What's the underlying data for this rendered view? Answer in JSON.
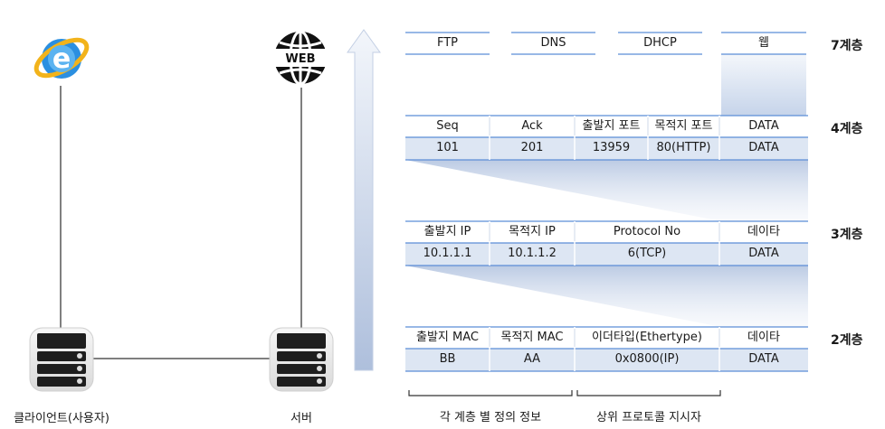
{
  "nodes": {
    "client_label": "클라이언트(사용자)",
    "server_label": "서버",
    "web_icon_text": "WEB"
  },
  "layers": {
    "l7": "7계층",
    "l4": "4계층",
    "l3": "3계층",
    "l2": "2계층"
  },
  "l7_protocols": [
    "FTP",
    "DNS",
    "DHCP",
    "웹"
  ],
  "l4": {
    "header": [
      "Seq",
      "Ack",
      "출발지 포트",
      "목적지 포트",
      "DATA"
    ],
    "values": [
      "101",
      "201",
      "13959",
      "80(HTTP)",
      "DATA"
    ]
  },
  "l3": {
    "header": [
      "출발지 IP",
      "목적지 IP",
      "Protocol No",
      "데이타"
    ],
    "values": [
      "10.1.1.1",
      "10.1.1.2",
      "6(TCP)",
      "DATA"
    ]
  },
  "l2": {
    "header": [
      "출발지 MAC",
      "목적지 MAC",
      "이더타입(Ethertype)",
      "데이타"
    ],
    "values": [
      "BB",
      "AA",
      "0x0800(IP)",
      "DATA"
    ]
  },
  "brackets": {
    "left": "각 계층 별 정의 정보",
    "right": "상위 프로토콜 지시자"
  },
  "colors": {
    "line_blue": "#5b8dd6",
    "row_fill": "#dde6f3",
    "fade": "#c9d6ea",
    "ie_blue": "#2b8fe0",
    "ie_ring": "#f2b31b"
  }
}
